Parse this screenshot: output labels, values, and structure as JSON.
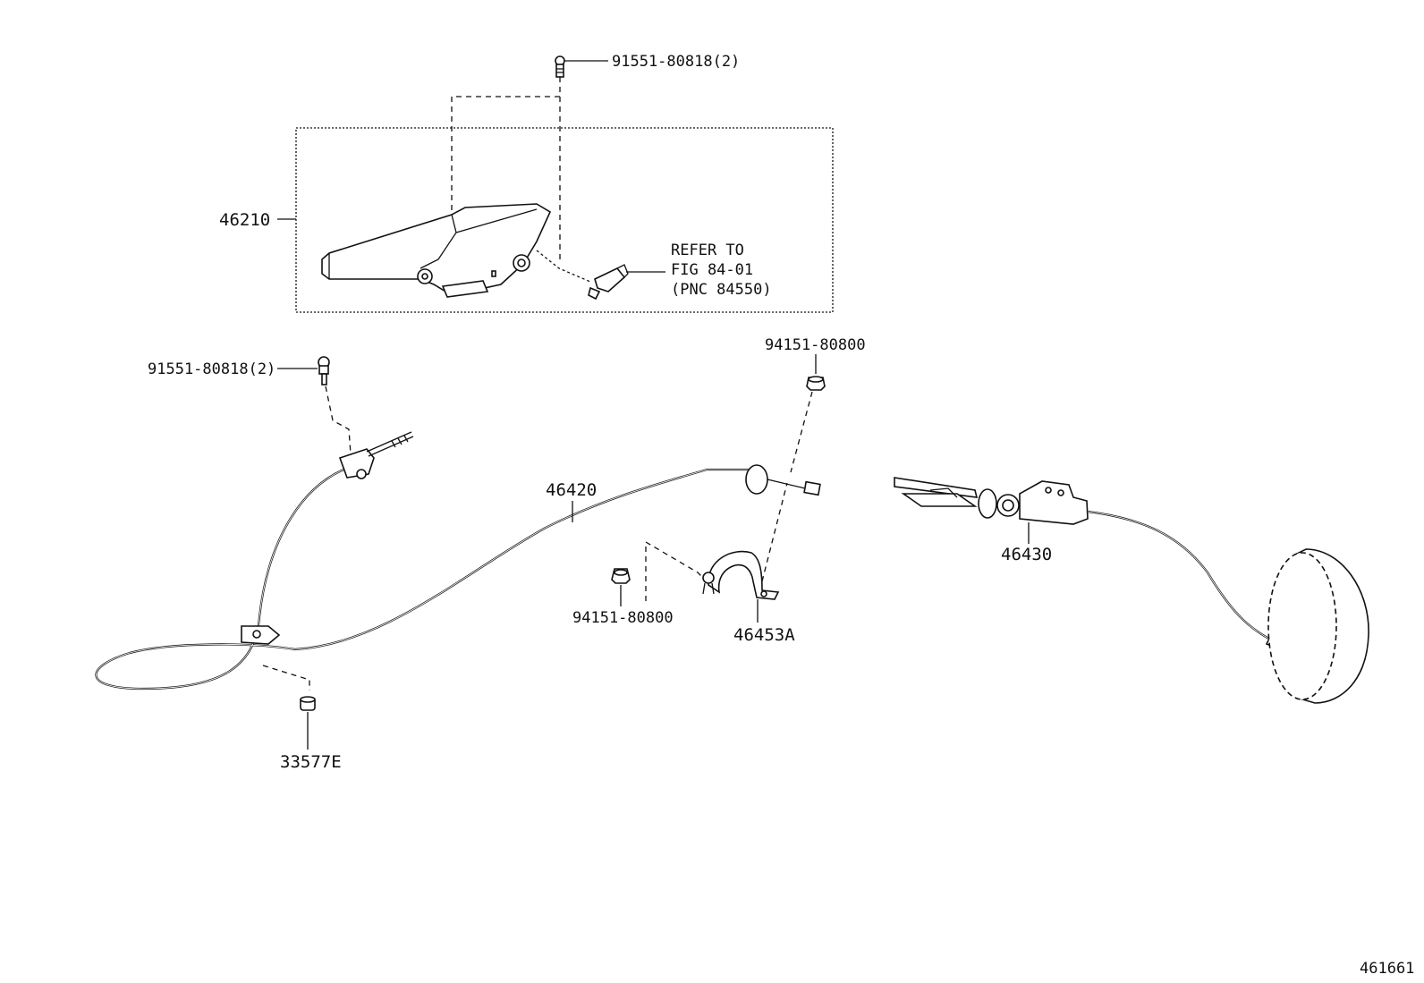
{
  "labels": {
    "bolt_top": "91551-80818(2)",
    "lever_assy": "46210",
    "refer_line1": "REFER TO",
    "refer_line2": "FIG 84-01",
    "refer_line3": "(PNC 84550)",
    "bolt_left": "91551-80818(2)",
    "nut_right": "94151-80800",
    "cable_front": "46420",
    "cable_rear": "46430",
    "nut_lower": "94151-80800",
    "bracket": "46453A",
    "grommet": "33577E",
    "figure_number": "461661"
  }
}
